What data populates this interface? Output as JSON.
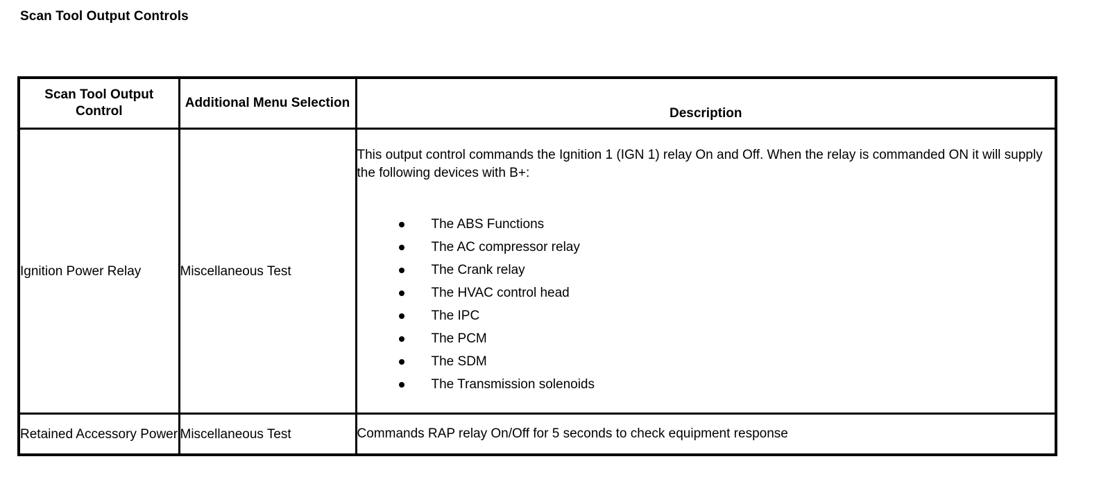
{
  "page": {
    "title": "Scan Tool Output Controls",
    "text_color": "#000000",
    "background_color": "#ffffff",
    "border_color": "#000000"
  },
  "table": {
    "headers": {
      "control": "Scan Tool Output Control",
      "menu": "Additional Menu Selection",
      "description": "Description"
    },
    "rows": [
      {
        "control": "Ignition Power Relay",
        "menu": "Miscellaneous Test",
        "description_intro": "This output control commands the Ignition 1 (IGN 1) relay On and Off. When the relay is commanded ON it will supply the following devices with B+:",
        "devices": [
          "The ABS Functions",
          "The AC compressor relay",
          "The Crank relay",
          "The HVAC control head",
          "The IPC",
          "The PCM",
          "The SDM",
          "The Transmission solenoids"
        ]
      },
      {
        "control": "Retained Accessory Power",
        "menu": "Miscellaneous Test",
        "description": "Commands RAP relay On/Off for 5 seconds to check equipment response"
      }
    ]
  }
}
